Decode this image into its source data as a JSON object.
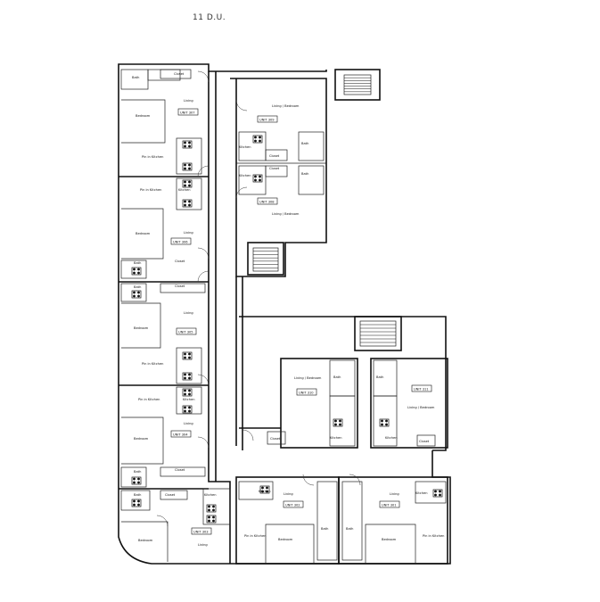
{
  "title": "11 D.U.",
  "rooms": {
    "bedroom": "Bedroom",
    "living": "Living",
    "living_bedroom": "Living / Bedroom",
    "kitchen": "Kitchen",
    "bath": "Bath",
    "closet": "Closet",
    "pin_in_kitchen": "Pin in Kitchen"
  },
  "units": [
    {
      "id": "u301",
      "label": "UNIT 301"
    },
    {
      "id": "u302",
      "label": "UNIT 302"
    },
    {
      "id": "u303",
      "label": "UNIT 303"
    },
    {
      "id": "u304",
      "label": "UNIT 304"
    },
    {
      "id": "u305",
      "label": "UNIT 305"
    },
    {
      "id": "u306",
      "label": "UNIT 306"
    },
    {
      "id": "u307",
      "label": "UNIT 307"
    },
    {
      "id": "u308",
      "label": "UNIT 308"
    },
    {
      "id": "u309",
      "label": "UNIT 309"
    },
    {
      "id": "u310",
      "label": "UNIT 310"
    },
    {
      "id": "u311",
      "label": "UNIT 311"
    }
  ]
}
